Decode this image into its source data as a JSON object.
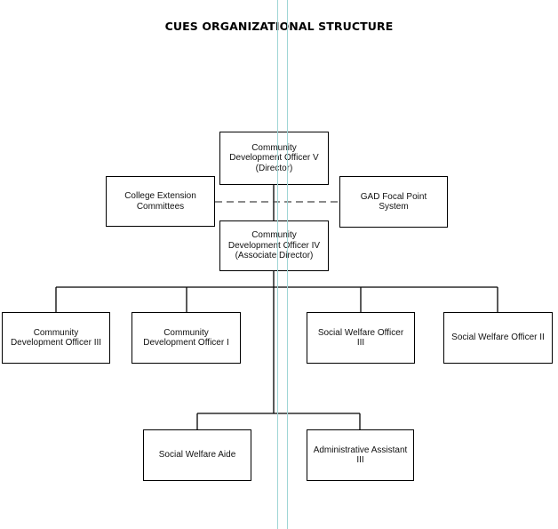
{
  "title": "CUES ORGANIZATIONAL STRUCTURE",
  "nodes": {
    "director": "Community\nDevelopment Officer V\n(Director)",
    "college_extension": "College Extension\nCommittees",
    "gad_focal": "GAD Focal Point\nSystem",
    "associate_director": "Community\nDevelopment Officer IV\n(Associate Director)",
    "cdo3": "Community\nDevelopment Officer III",
    "cdo1": "Community\nDevelopment Officer I",
    "swo3": "Social Welfare Officer\nIII",
    "swo2": "Social Welfare Officer II",
    "swa": "Social Welfare Aide",
    "aa3": "Administrative Assistant\nIII"
  },
  "colors": {
    "line": "#000000",
    "guide": "#9fd6d6"
  }
}
